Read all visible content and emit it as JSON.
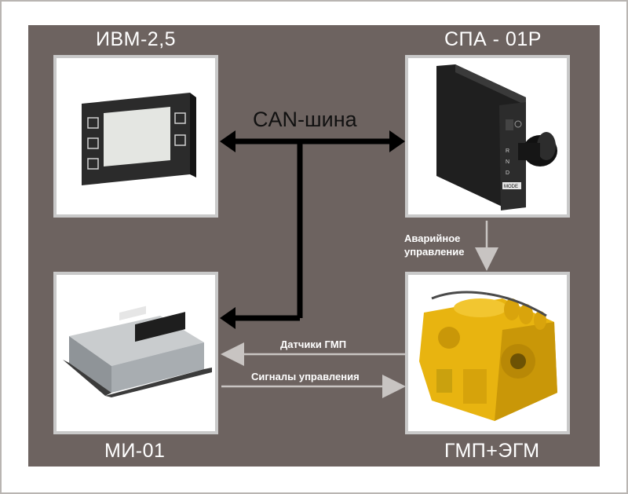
{
  "devices": {
    "ivm": {
      "label": "ИВМ-2,5"
    },
    "spa": {
      "label": "СПА - 01Р"
    },
    "mi": {
      "label": "МИ-01"
    },
    "gmp": {
      "label": "ГМП+ЭГМ"
    }
  },
  "bus": {
    "label": "CAN-шина",
    "color": "#000000"
  },
  "links": {
    "emergency": {
      "line1": "Аварийное",
      "line2": "управление"
    },
    "sensors": {
      "label": "Датчики ГМП"
    },
    "control": {
      "label": "Сигналы управления"
    }
  },
  "colors": {
    "panel": "#6d6360",
    "box_border": "#c9c9c9",
    "signal_arrow": "#c8c4c2",
    "gearbox_yellow": "#e8b410"
  },
  "spa_panel_text": {
    "r": "R",
    "n": "N",
    "d": "D",
    "mode": "MODE"
  }
}
